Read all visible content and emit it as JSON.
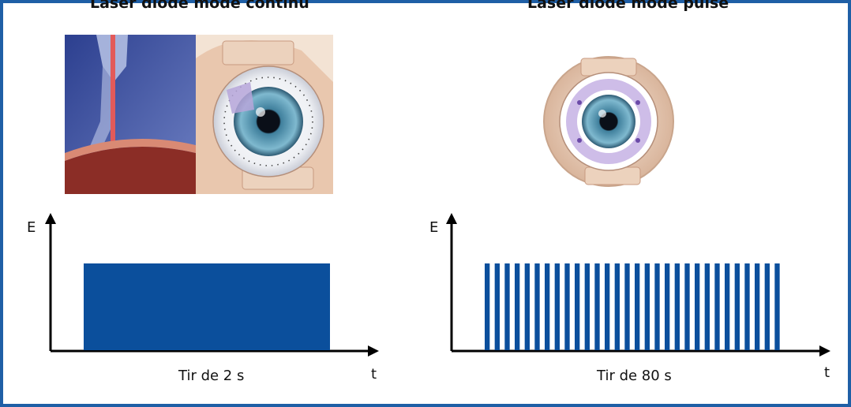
{
  "panels": [
    {
      "title": "Laser diode mode continu",
      "y_axis_label": "E",
      "x_axis_label": "t",
      "shot_label": "Tir de 2 s"
    },
    {
      "title": "Laser diode mode pulsé",
      "y_axis_label": "E",
      "x_axis_label": "t",
      "shot_label": "Tir de 80 s"
    }
  ],
  "colors": {
    "border": "#1f5fa6",
    "signal": "#0b4f9c",
    "axis": "#000000"
  },
  "chart_data": [
    {
      "type": "area",
      "x": [
        0,
        2
      ],
      "y": [
        1,
        1
      ],
      "title": "",
      "xlabel": "t",
      "ylabel": "E"
    },
    {
      "type": "bar",
      "pulse_count": 30,
      "title": "",
      "xlabel": "t",
      "ylabel": "E"
    }
  ]
}
